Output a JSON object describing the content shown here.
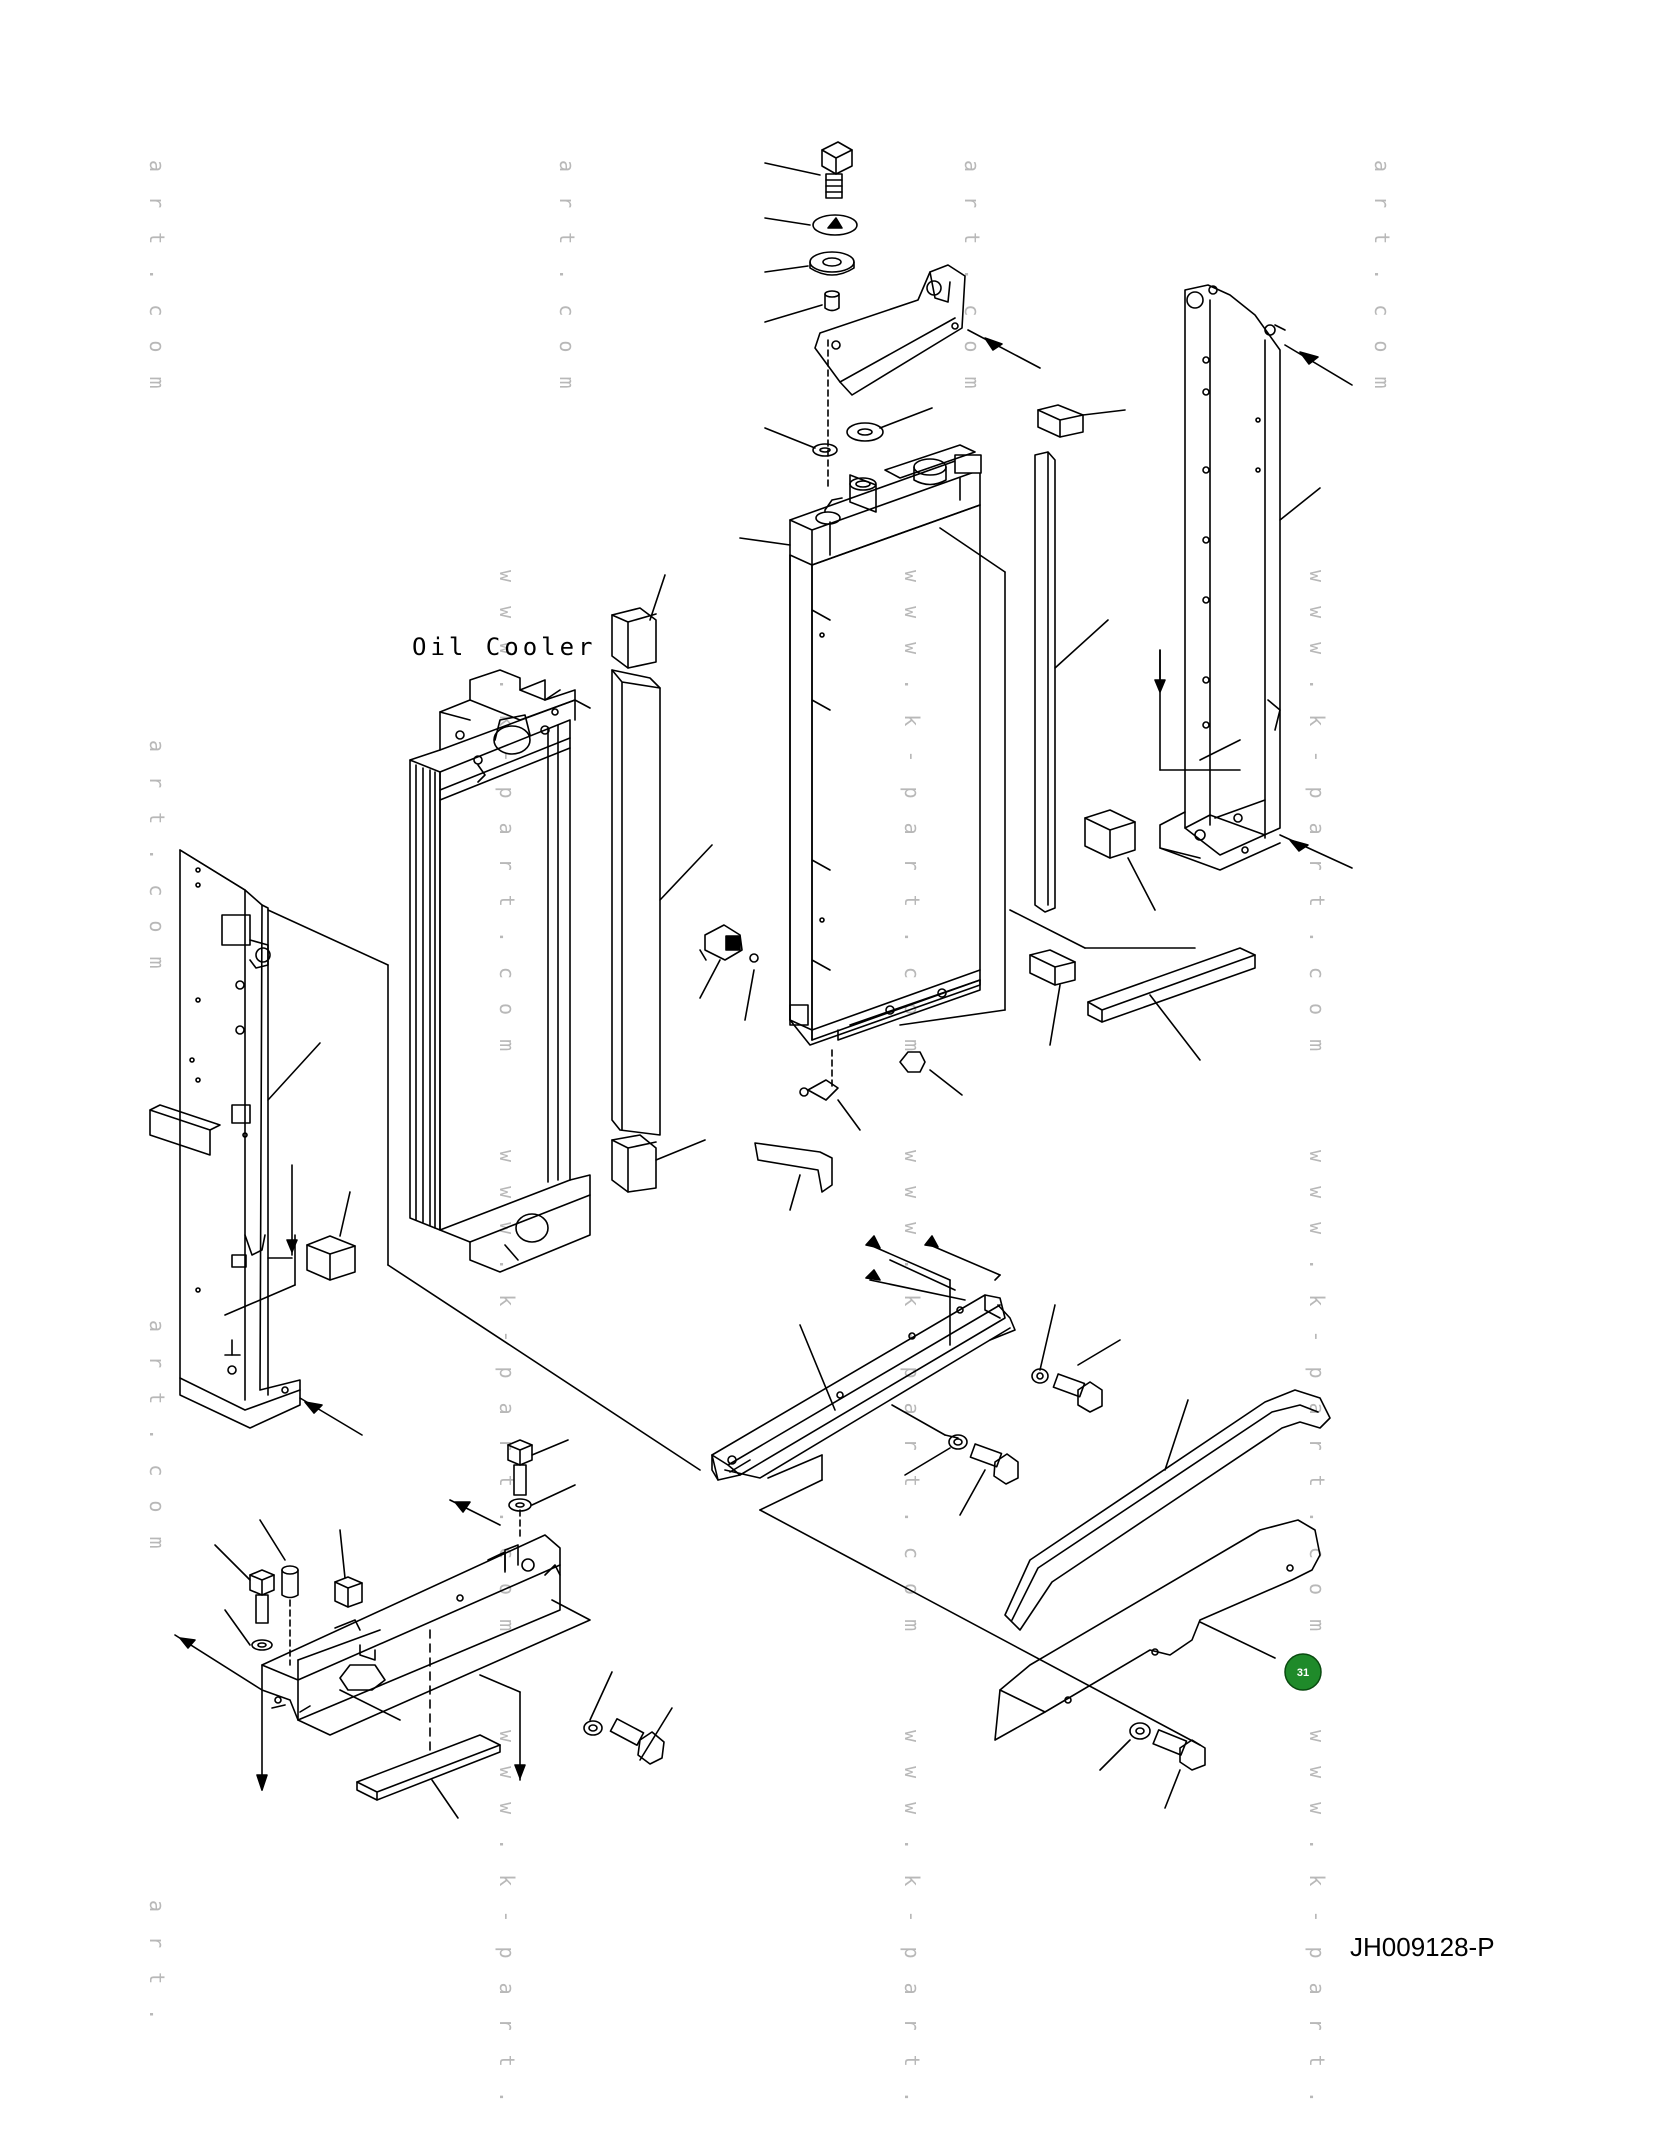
{
  "diagram": {
    "component_label": "Oil Cooler",
    "drawing_code": "JH009128-P",
    "callout": {
      "number": "31",
      "color": "#1f8a2a"
    },
    "watermarks": {
      "short": "a r t . c o m",
      "long": "w w w . k - p a r t . c o m",
      "trunc_long": "w w w . k - p a r t .",
      "trunc_short": "a r t ."
    },
    "colors": {
      "line": "#000000",
      "watermark": "#b8b8b8"
    }
  }
}
